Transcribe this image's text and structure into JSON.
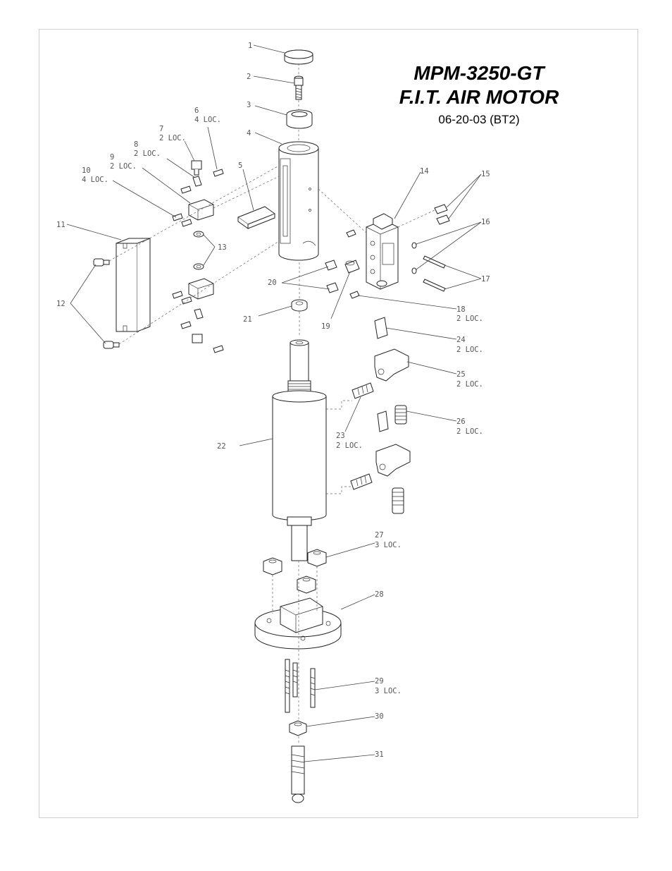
{
  "title": {
    "model": "MPM-3250-GT",
    "name": "F.I.T. AIR MOTOR",
    "revision": "06-20-03 (BT2)"
  },
  "callouts": [
    {
      "id": "c1",
      "num": "1",
      "qty": ""
    },
    {
      "id": "c2",
      "num": "2",
      "qty": ""
    },
    {
      "id": "c3",
      "num": "3",
      "qty": ""
    },
    {
      "id": "c4",
      "num": "4",
      "qty": ""
    },
    {
      "id": "c5",
      "num": "5",
      "qty": ""
    },
    {
      "id": "c6",
      "num": "6",
      "qty": "4 LOC."
    },
    {
      "id": "c7",
      "num": "7",
      "qty": "2 LOC."
    },
    {
      "id": "c8",
      "num": "8",
      "qty": "2 LOC."
    },
    {
      "id": "c9",
      "num": "9",
      "qty": "2 LOC."
    },
    {
      "id": "c10",
      "num": "10",
      "qty": "4 LOC."
    },
    {
      "id": "c11",
      "num": "11",
      "qty": ""
    },
    {
      "id": "c12",
      "num": "12",
      "qty": ""
    },
    {
      "id": "c13",
      "num": "13",
      "qty": ""
    },
    {
      "id": "c14",
      "num": "14",
      "qty": ""
    },
    {
      "id": "c15",
      "num": "15",
      "qty": ""
    },
    {
      "id": "c16",
      "num": "16",
      "qty": ""
    },
    {
      "id": "c17",
      "num": "17",
      "qty": ""
    },
    {
      "id": "c18",
      "num": "18",
      "qty": "2 LOC."
    },
    {
      "id": "c19",
      "num": "19",
      "qty": ""
    },
    {
      "id": "c20",
      "num": "20",
      "qty": ""
    },
    {
      "id": "c21",
      "num": "21",
      "qty": ""
    },
    {
      "id": "c22",
      "num": "22",
      "qty": ""
    },
    {
      "id": "c23",
      "num": "23",
      "qty": "2 LOC."
    },
    {
      "id": "c24",
      "num": "24",
      "qty": "2 LOC."
    },
    {
      "id": "c25",
      "num": "25",
      "qty": "2 LOC."
    },
    {
      "id": "c26",
      "num": "26",
      "qty": "2 LOC."
    },
    {
      "id": "c27",
      "num": "27",
      "qty": "3 LOC."
    },
    {
      "id": "c28",
      "num": "28",
      "qty": ""
    },
    {
      "id": "c29",
      "num": "29",
      "qty": "3 LOC."
    },
    {
      "id": "c30",
      "num": "30",
      "qty": ""
    },
    {
      "id": "c31",
      "num": "31",
      "qty": ""
    }
  ]
}
